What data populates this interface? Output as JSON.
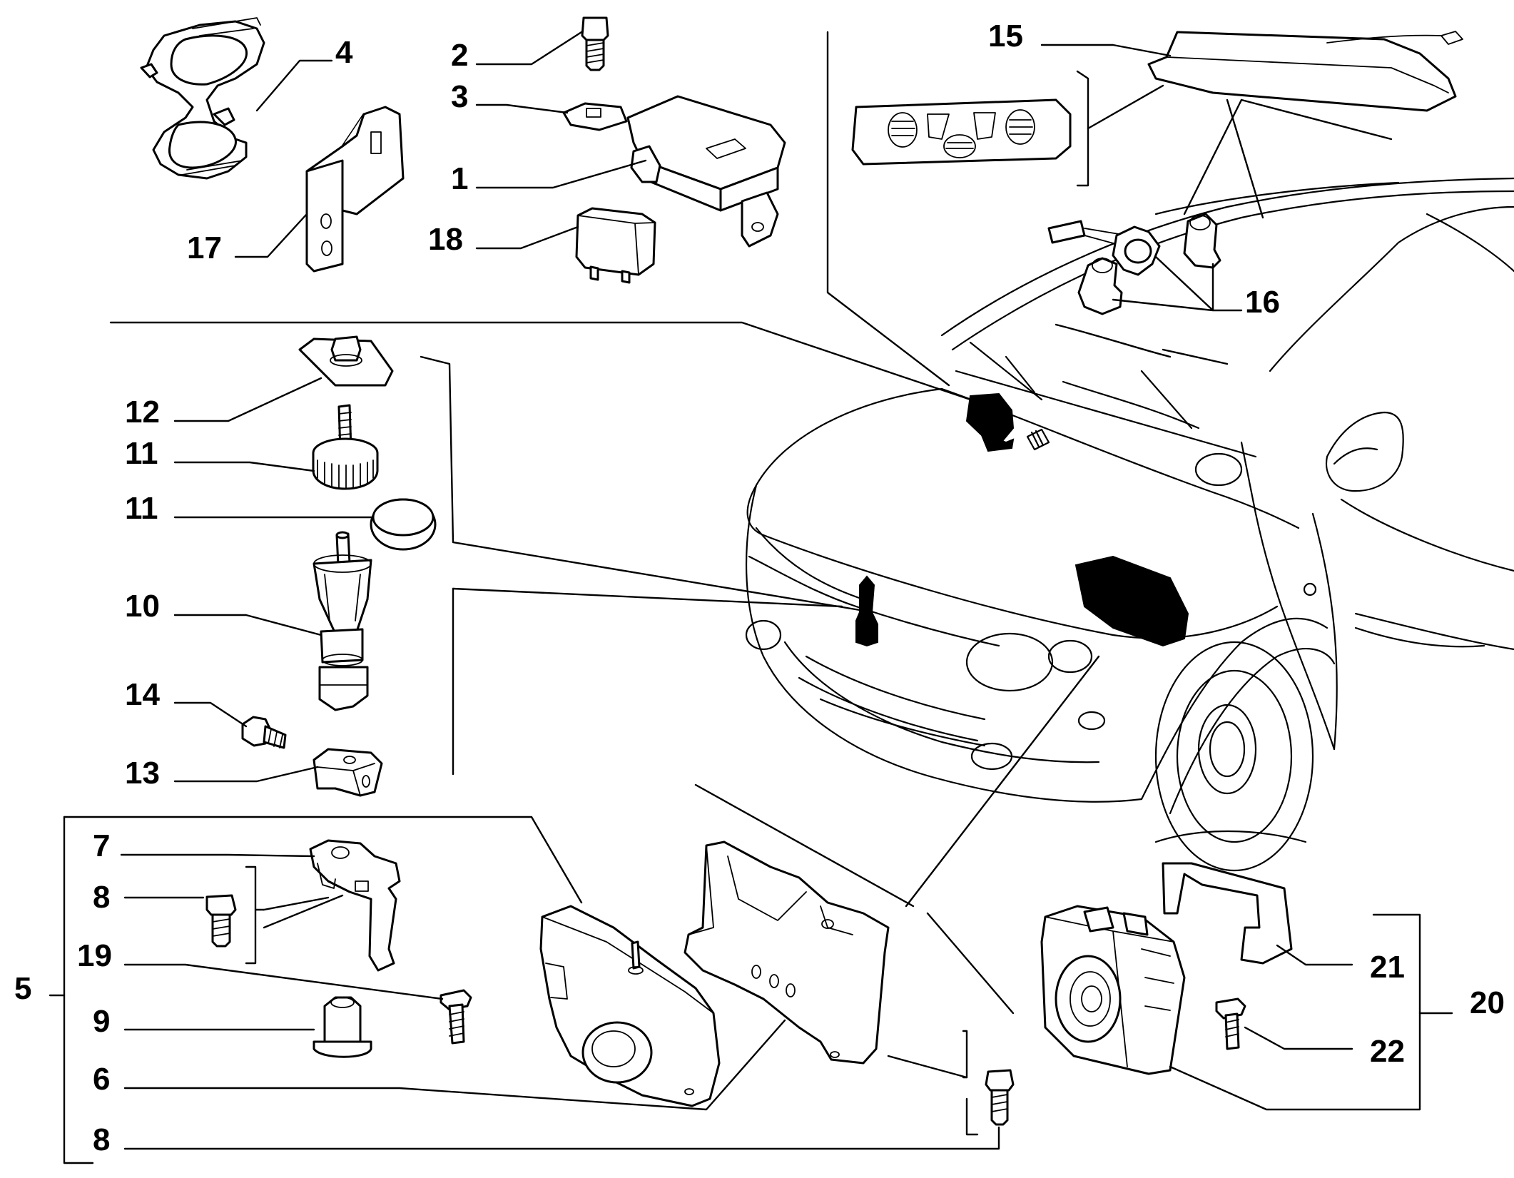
{
  "callouts": [
    {
      "id": "c1",
      "text": "1"
    },
    {
      "id": "c2",
      "text": "2"
    },
    {
      "id": "c3",
      "text": "3"
    },
    {
      "id": "c4",
      "text": "4"
    },
    {
      "id": "c5",
      "text": "5"
    },
    {
      "id": "c6",
      "text": "6"
    },
    {
      "id": "c7",
      "text": "7"
    },
    {
      "id": "c8a",
      "text": "8"
    },
    {
      "id": "c8b",
      "text": "8"
    },
    {
      "id": "c9",
      "text": "9"
    },
    {
      "id": "c10",
      "text": "10"
    },
    {
      "id": "c11a",
      "text": "11"
    },
    {
      "id": "c11b",
      "text": "11"
    },
    {
      "id": "c12",
      "text": "12"
    },
    {
      "id": "c13",
      "text": "13"
    },
    {
      "id": "c14",
      "text": "14"
    },
    {
      "id": "c15",
      "text": "15"
    },
    {
      "id": "c16",
      "text": "16"
    },
    {
      "id": "c17",
      "text": "17"
    },
    {
      "id": "c18",
      "text": "18"
    },
    {
      "id": "c19",
      "text": "19"
    },
    {
      "id": "c20",
      "text": "20"
    },
    {
      "id": "c21",
      "text": "21"
    },
    {
      "id": "c22",
      "text": "22"
    }
  ]
}
